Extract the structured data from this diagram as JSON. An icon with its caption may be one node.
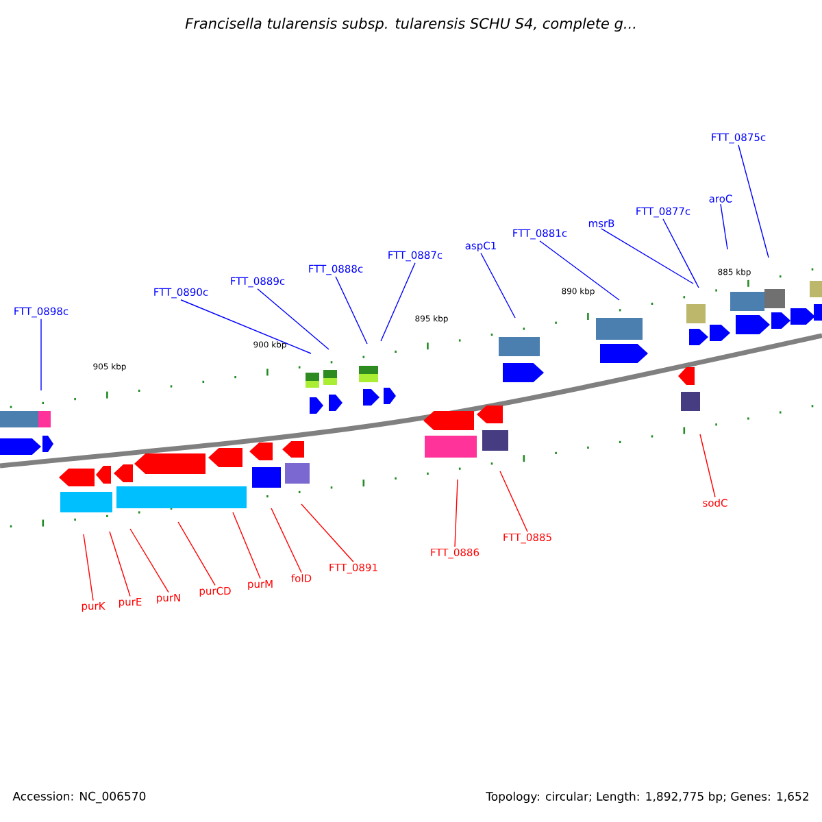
{
  "diagram": {
    "title": "Francisella tularensis subsp. tularensis SCHU S4, complete g...",
    "nodes": [
      {
        "text": [
          "FTT_0898c"
        ]
      },
      {
        "text": [
          "FTT_0890c"
        ]
      },
      {
        "text": [
          "FTT_0889c"
        ]
      },
      {
        "text": [
          "FTT_0888c"
        ]
      },
      {
        "text": [
          "FTT_0887c"
        ]
      },
      {
        "text": [
          "aspC1"
        ]
      },
      {
        "text": [
          "FTT_0881c"
        ]
      },
      {
        "text": [
          "msrB"
        ]
      },
      {
        "text": [
          "FTT_0877c"
        ]
      },
      {
        "text": [
          "aroC"
        ]
      },
      {
        "text": [
          "FTT_0875c"
        ]
      },
      {
        "text": [
          "purK"
        ]
      },
      {
        "text": [
          "purE"
        ]
      },
      {
        "text": [
          "purN"
        ]
      },
      {
        "text": [
          "purCD"
        ]
      },
      {
        "text": [
          "purM"
        ]
      },
      {
        "text": [
          "folD"
        ]
      },
      {
        "text": [
          "FTT_0891"
        ]
      },
      {
        "text": [
          "FTT_0886"
        ]
      },
      {
        "text": [
          "FTT_0885"
        ]
      },
      {
        "text": [
          "sodC"
        ]
      }
    ],
    "edges": [
      {
        "from": 0,
        "to": null,
        "arrow": "none"
      },
      {
        "from": 1,
        "to": null,
        "arrow": "none"
      },
      {
        "from": 2,
        "to": null,
        "arrow": "none"
      },
      {
        "from": 3,
        "to": null,
        "arrow": "none"
      },
      {
        "from": 4,
        "to": null,
        "arrow": "none"
      },
      {
        "from": 5,
        "to": null,
        "arrow": "none"
      },
      {
        "from": 6,
        "to": null,
        "arrow": "none"
      },
      {
        "from": 7,
        "to": null,
        "arrow": "none"
      },
      {
        "from": 8,
        "to": null,
        "arrow": "none"
      },
      {
        "from": 9,
        "to": null,
        "arrow": "none"
      },
      {
        "from": 10,
        "to": null,
        "arrow": "none"
      },
      {
        "from": 11,
        "to": null,
        "arrow": "none",
        "color": "#ff0000"
      },
      {
        "from": 12,
        "to": null,
        "arrow": "none",
        "color": "#ff0000"
      },
      {
        "from": 13,
        "to": null,
        "arrow": "none",
        "color": "#ff0000"
      },
      {
        "from": 14,
        "to": null,
        "arrow": "none",
        "color": "#ff0000"
      },
      {
        "from": 15,
        "to": null,
        "arrow": "none",
        "color": "#ff0000"
      },
      {
        "from": 16,
        "to": null,
        "arrow": "none",
        "color": "#ff0000"
      },
      {
        "from": 17,
        "to": null,
        "arrow": "none",
        "color": "#ff0000"
      },
      {
        "from": 18,
        "to": null,
        "arrow": "none",
        "color": "#ff0000"
      },
      {
        "from": 19,
        "to": null,
        "arrow": "none",
        "color": "#ff0000"
      },
      {
        "from": 20,
        "to": null,
        "arrow": "none",
        "color": "#ff0000"
      }
    ],
    "labels": [
      "905 kbp",
      "900 kbp",
      "895 kbp",
      "890 kbp",
      "885 kbp",
      "Accession: NC_006570",
      "Topology: circular; Length: 1,892,775 bp; Genes: 1,652"
    ]
  }
}
